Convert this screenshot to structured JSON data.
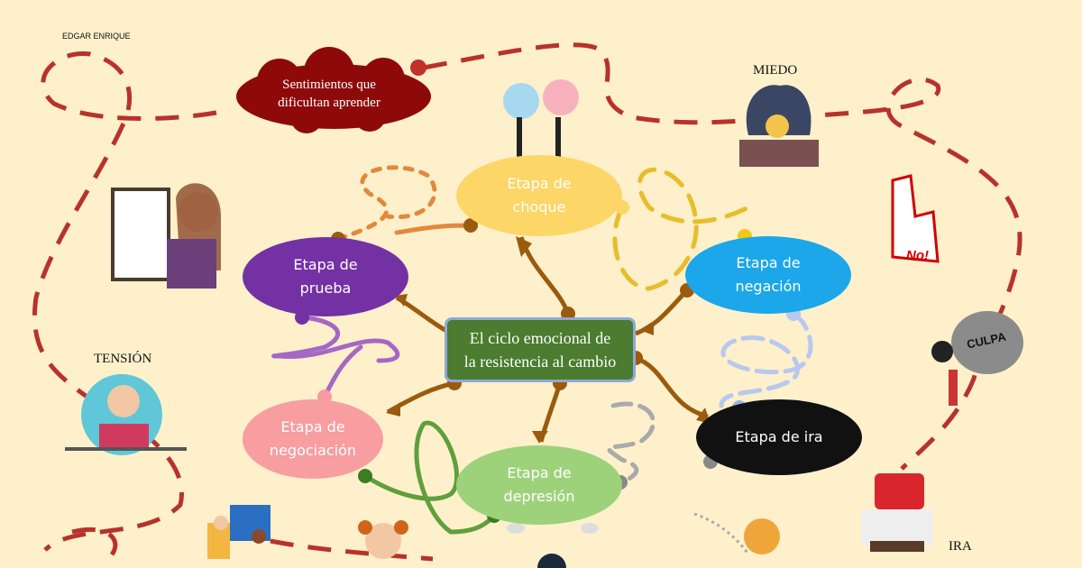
{
  "author": "EDGAR ENRIQUE",
  "note_cloud": {
    "text_line1": "Sentimientos que",
    "text_line2": "dificultan aprender"
  },
  "center": {
    "line1": "El ciclo emocional de",
    "line2": "la resistencia al cambio"
  },
  "stages": {
    "choque": {
      "line1": "Etapa de",
      "line2": "choque",
      "color": "#fcd667"
    },
    "negacion": {
      "line1": "Etapa de",
      "line2": "negación",
      "color": "#1ba7ea"
    },
    "ira": {
      "line1": "Etapa de ira",
      "color": "#111111"
    },
    "depresion": {
      "line1": "Etapa de",
      "line2": "depresión",
      "color": "#9dd27b"
    },
    "negociacion": {
      "line1": "Etapa de",
      "line2": "negociación",
      "color": "#f89da0"
    },
    "prueba": {
      "line1": "Etapa de",
      "line2": "prueba",
      "color": "#7431a3"
    }
  },
  "labels": {
    "miedo": "MIEDO",
    "tension": "TENSIÓN",
    "ira": "IRA"
  },
  "image_text": {
    "no": "No!",
    "culpa": "CULPA"
  },
  "colors": {
    "background": "#fdf0cb",
    "connector": "#9a5b0f",
    "dashed_path": "#b8322c"
  }
}
